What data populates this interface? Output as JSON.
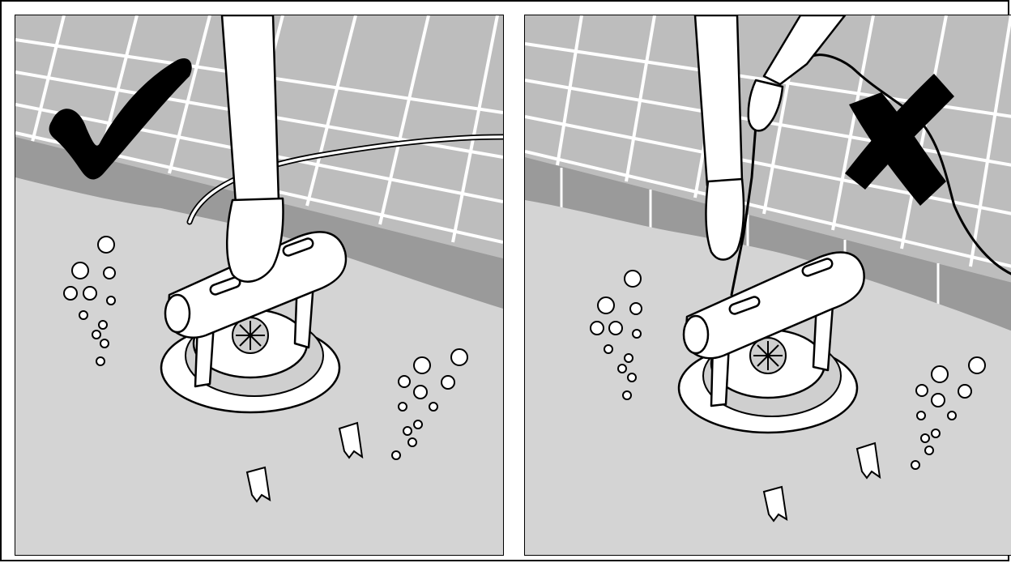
{
  "figure": {
    "panels": [
      {
        "id": "correct",
        "verdict": "correct",
        "verdict_icon": "checkmark-icon",
        "action": "lift-robot-by-handle"
      },
      {
        "id": "incorrect",
        "verdict": "incorrect",
        "verdict_icon": "cross-icon",
        "action": "lift-robot-by-cable"
      }
    ]
  },
  "colors": {
    "wall_tiles": "#bdbdbd",
    "coping": "#9a9a9a",
    "water": "#d4d4d4",
    "outline": "#000000",
    "highlight": "#ffffff"
  }
}
